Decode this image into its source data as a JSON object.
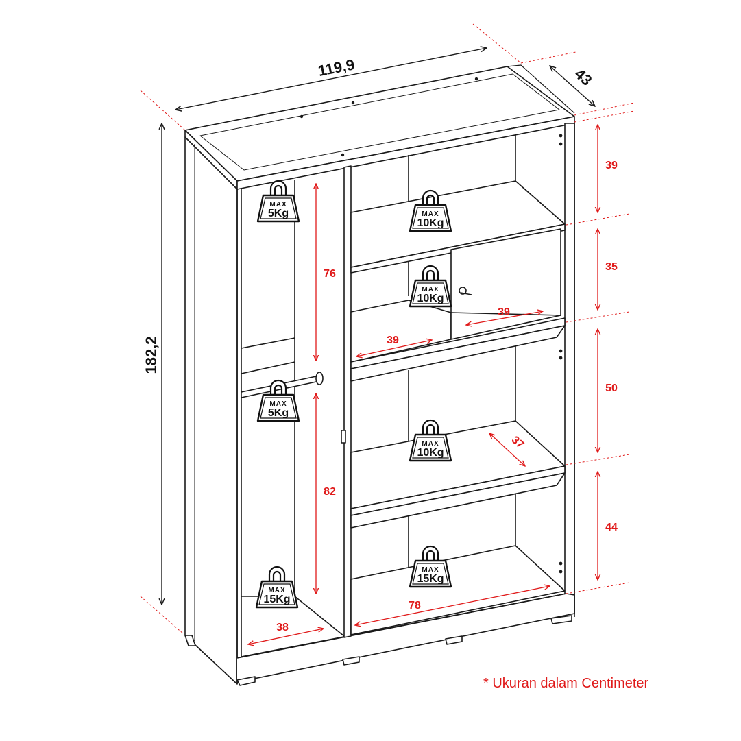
{
  "dimensions": {
    "overall_width": "119,9",
    "overall_depth": "43",
    "overall_height": "182,2",
    "right_section_heights": [
      "39",
      "35",
      "50",
      "44"
    ],
    "left_section_heights": [
      "76",
      "82"
    ],
    "left_bottom_width": "38",
    "bottom_shelf_width": "78",
    "drawer_width_left": "39",
    "drawer_width_right": "39",
    "shelf_depth": "37"
  },
  "weights": {
    "max_label": "MAX",
    "left_top": "5Kg",
    "left_rail": "5Kg",
    "left_bottom": "15Kg",
    "shelf_1": "10Kg",
    "shelf_2": "10Kg",
    "shelf_3": "10Kg",
    "shelf_4": "15Kg"
  },
  "note": "* Ukuran dalam Centimeter",
  "colors": {
    "line": "#1a1a1a",
    "accent": "#e01a1a",
    "background": "#ffffff"
  }
}
